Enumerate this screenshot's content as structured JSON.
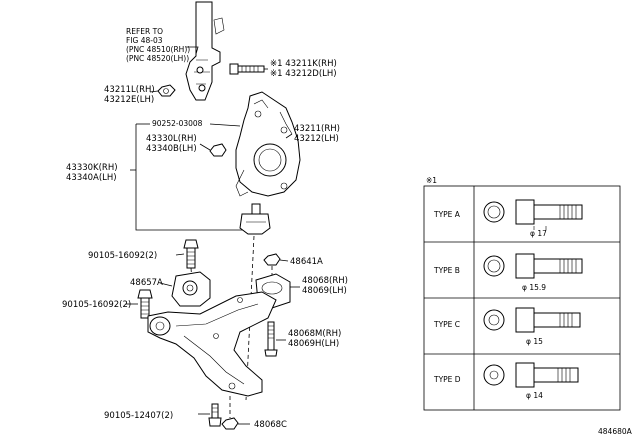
{
  "refer_note": {
    "line1": "REFER TO",
    "line2": "FIG 48-03",
    "line3": "(PNC 48510(RH))",
    "line4": "(PNC 48520(LH))"
  },
  "labels": {
    "l_43211K": "※1 43211K(RH)",
    "l_43212D": "※1 43212D(LH)",
    "l_43211L": "43211L(RH)",
    "l_43212E": "43212E(LH)",
    "l_90252": "90252-03008",
    "l_43330L": "43330L(RH)",
    "l_43340B": "43340B(LH)",
    "l_43211": "43211(RH)",
    "l_43212": "43212(LH)",
    "l_43330K": "43330K(RH)",
    "l_43340A": "43340A(LH)",
    "l_90105_16092_a": "90105-16092(2)",
    "l_48641A": "48641A",
    "l_48657A": "48657A",
    "l_48068": "48068(RH)",
    "l_48069": "48069(LH)",
    "l_90105_16092_b": "90105-16092(2)",
    "l_48068M": "48068M(RH)",
    "l_48069H": "48069H(LH)",
    "l_90105_12407": "90105-12407(2)",
    "l_48068C": "48068C"
  },
  "types_table": {
    "note": "※1",
    "rows": [
      {
        "label": "TYPE A",
        "dim": "φ 17"
      },
      {
        "label": "TYPE B",
        "dim": "φ 15.9"
      },
      {
        "label": "TYPE C",
        "dim": "φ 15"
      },
      {
        "label": "TYPE D",
        "dim": "φ 14"
      }
    ]
  },
  "figure_id": "484680A"
}
